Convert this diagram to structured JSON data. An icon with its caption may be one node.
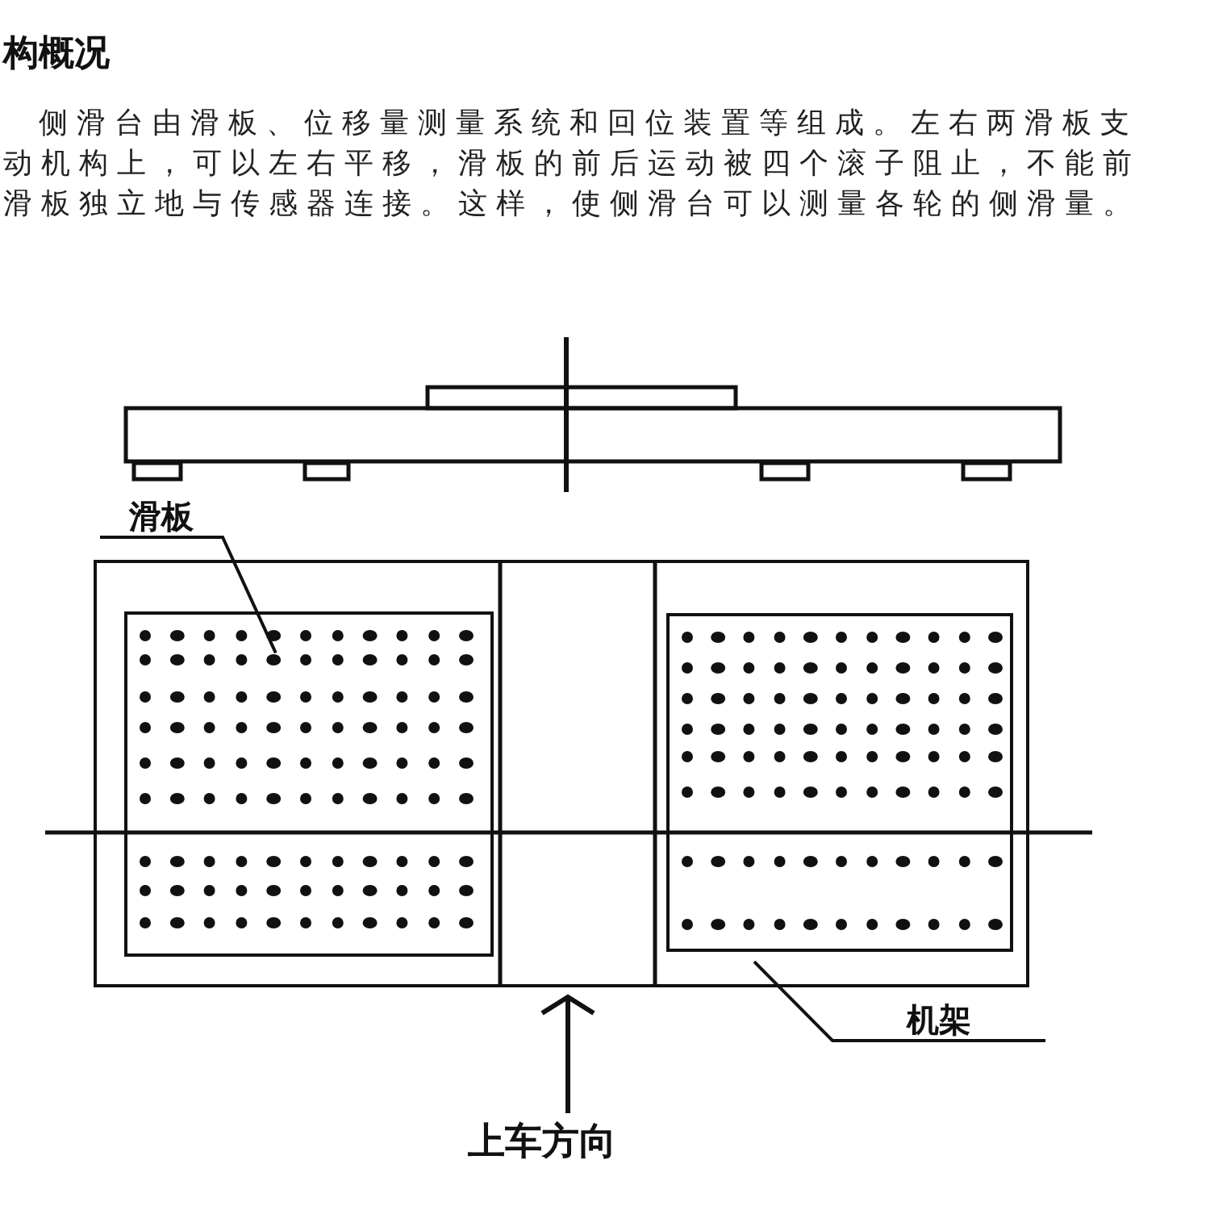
{
  "diagram": {
    "title": "构概况",
    "nodes": [
      {
        "text": [
          "滑板"
        ]
      },
      {
        "text": [],
        "shape": "box"
      },
      {
        "text": [],
        "shape": "box",
        "in": 1
      },
      {
        "text": [],
        "shape": "box",
        "in": 1
      },
      {
        "text": [
          "机架"
        ]
      }
    ],
    "edges": [
      {
        "from": 0,
        "to": 2,
        "arrow": "none"
      },
      {
        "from": 4,
        "to": 1,
        "arrow": "none"
      }
    ],
    "labels": [
      "侧滑台由滑板、位移量测量系统和回位装置等组成。左右两滑板支",
      "动机构上，可以左右平移，滑板的前后运动被四个滚子阻止，不能前",
      "滑板独立地与传感器连接。这样，使侧滑台可以测量各轮的侧滑量。",
      "上车方向"
    ]
  }
}
